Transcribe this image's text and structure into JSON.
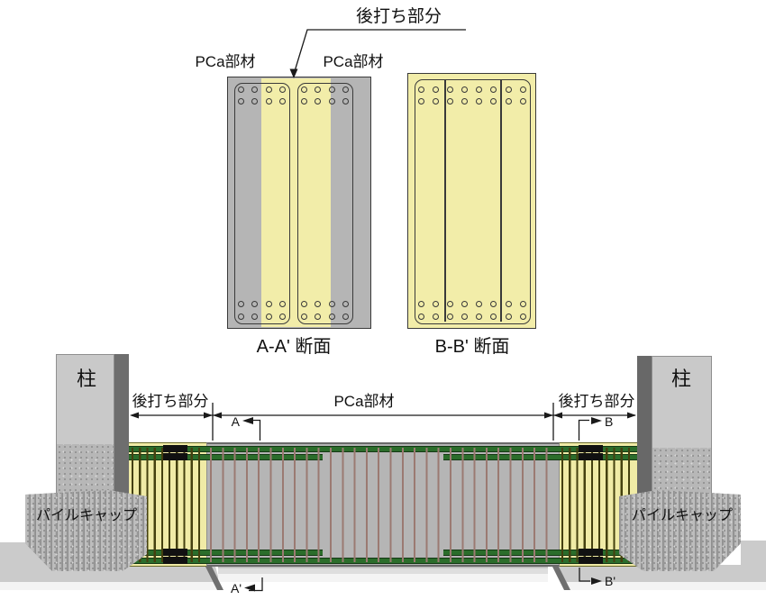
{
  "sections": {
    "pour_label": "後打ち部分",
    "pca_label_left": "PCa部材",
    "pca_label_right": "PCa部材",
    "caption_aa": "A-A' 断面",
    "caption_bb": "B-B' 断面"
  },
  "elevation": {
    "column_label_left": "柱",
    "column_label_right": "柱",
    "pilecap_label_left": "パイルキャップ",
    "pilecap_label_right": "パイルキャップ",
    "dim_label_left": "後打ち部分",
    "dim_label_center": "PCa部材",
    "dim_label_right": "後打ち部分",
    "section_marker_a": "A",
    "section_marker_a_end": "A'",
    "section_marker_b": "B",
    "section_marker_b_end": "B'"
  },
  "colors": {
    "pca_concrete_gray": "#b5b5b5",
    "cast_in_place_yellow": "#f2eda9",
    "main_rebar_green": "#2b6d2b",
    "stirrup_red": "#9b7a72",
    "stirrup_olive": "#44400f",
    "coupler_black": "#111111",
    "column_gray": "#c9c9c9",
    "column_shade": "#6e6e6e",
    "pilecap_gray": "#ababab",
    "ground_gray": "#cbcbcb"
  }
}
